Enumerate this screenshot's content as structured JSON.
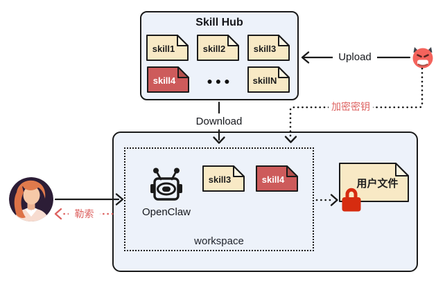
{
  "skill_hub": {
    "title": "Skill Hub",
    "files": [
      {
        "label": "skill1",
        "malicious": false
      },
      {
        "label": "skill2",
        "malicious": false
      },
      {
        "label": "skill3",
        "malicious": false
      },
      {
        "label": "skill4",
        "malicious": true
      },
      {
        "label": "skillN",
        "malicious": false
      }
    ],
    "ellipsis": "●●●"
  },
  "workspace": {
    "label": "workspace",
    "agent": "OpenClaw",
    "files": [
      {
        "label": "skill3",
        "malicious": false
      },
      {
        "label": "skill4",
        "malicious": true
      }
    ],
    "user_file": "用户文件"
  },
  "labels": {
    "upload": "Upload",
    "download": "Download",
    "encrypt_key": "加密密钥",
    "ransom": "勒索"
  },
  "icons": {
    "attacker": "devil-emoji-icon",
    "user": "person-avatar",
    "agent": "robot-icon",
    "locked_file": "red-lock-icon"
  },
  "colors": {
    "panel": "#edf2fa",
    "ink": "#1a1a1a",
    "file": "#f8e9c5",
    "file_fold": "#fdf7e3",
    "file_red": "#cd5b5b",
    "file_red_fold": "#b5504d",
    "lock": "#d62c10",
    "red_text": "#dd6260",
    "devil": "#f4635c"
  }
}
